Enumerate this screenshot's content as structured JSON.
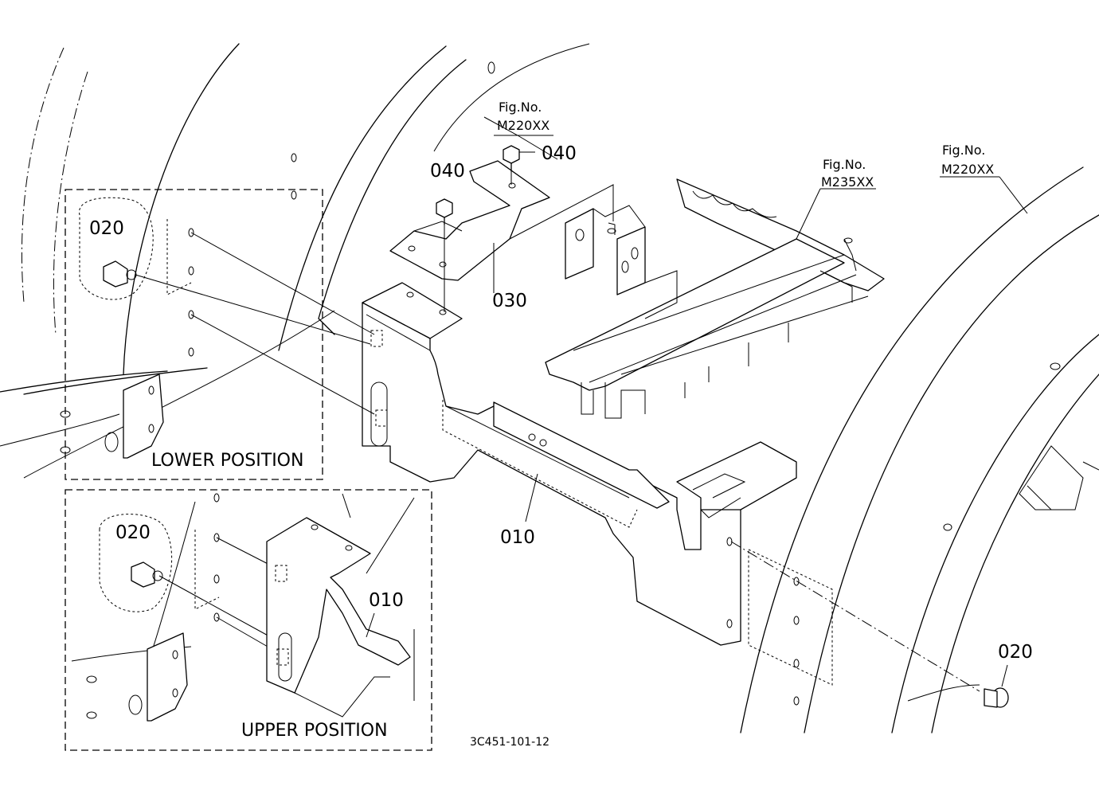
{
  "callouts": {
    "p010_main": "010",
    "p010_inset": "010",
    "p020_lower": "020",
    "p020_upper": "020",
    "p020_right": "020",
    "p030": "030",
    "p040_left": "040",
    "p040_right": "040"
  },
  "fig_refs": [
    {
      "label": "Fig.No.",
      "number": "M220XX"
    },
    {
      "label": "Fig.No.",
      "number": "M235XX"
    },
    {
      "label": "Fig.No.",
      "number": "M220XX"
    }
  ],
  "insets": {
    "lower": "LOWER POSITION",
    "upper": "UPPER POSITION"
  },
  "drawing_code": "3C451-101-12"
}
